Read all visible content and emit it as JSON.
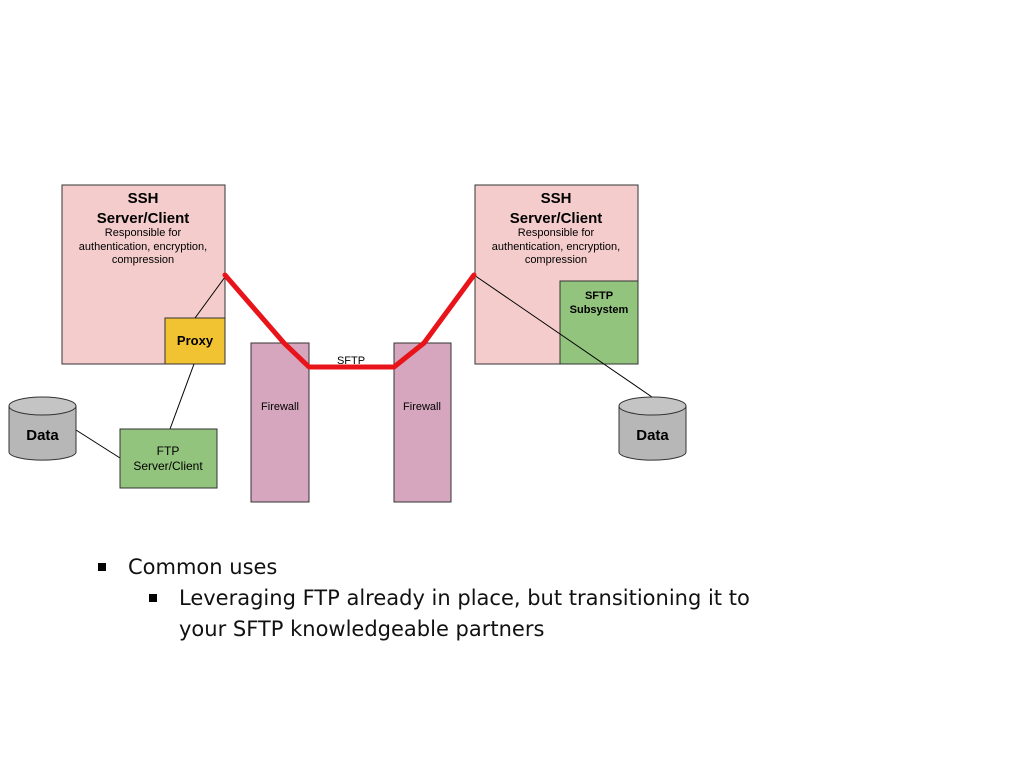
{
  "diagram": {
    "left_host": {
      "title_line1": "SSH",
      "title_line2": "Server/Client",
      "desc_line1": "Responsible for",
      "desc_line2": "authentication, encryption,",
      "desc_line3": "compression",
      "proxy_label": "Proxy"
    },
    "right_host": {
      "title_line1": "SSH",
      "title_line2": "Server/Client",
      "desc_line1": "Responsible for",
      "desc_line2": "authentication, encryption,",
      "desc_line3": "compression",
      "subsystem_line1": "SFTP",
      "subsystem_line2": "Subsystem"
    },
    "ftp_box": {
      "line1": "FTP",
      "line2": "Server/Client"
    },
    "data_left": "Data",
    "data_right": "Data",
    "firewall_left": "Firewall",
    "firewall_right": "Firewall",
    "link_label": "SFTP",
    "colors": {
      "ssh_box": "#f4cccc",
      "proxy": "#f1c232",
      "green_box": "#93c47d",
      "firewall": "#d5a6bd",
      "database": "#b7b7b7",
      "sftp_line": "#e8141a"
    }
  },
  "bullets": {
    "level1": "Common uses",
    "level2": "Leveraging FTP already in place, but transitioning it to your SFTP knowledgeable partners"
  }
}
